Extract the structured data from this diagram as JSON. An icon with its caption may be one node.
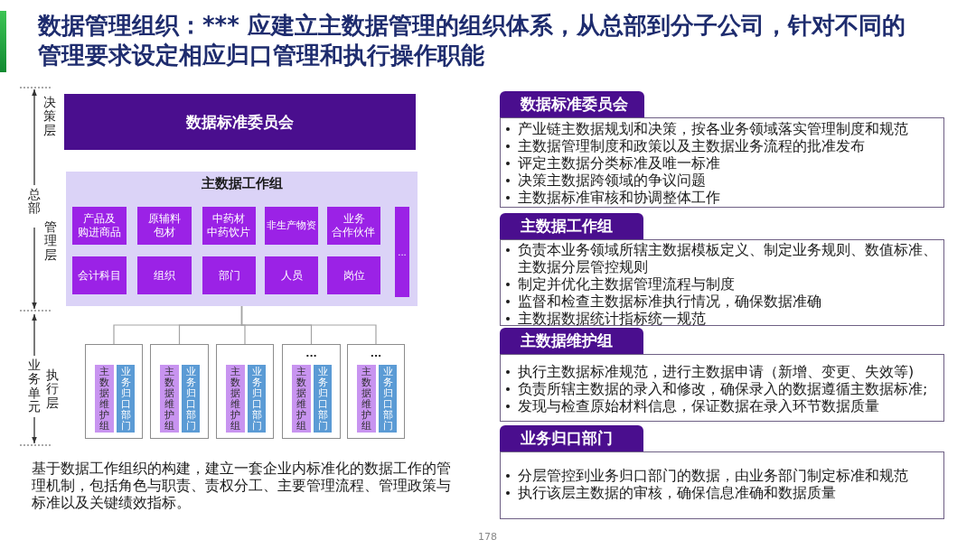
{
  "diagram": {
    "title": "数据管理组织：*** 应建立主数据管理的组织体系，从总部到分子公司，针对不同的管理要求设定相应归口管理和执行操作职能",
    "nodes": [
      {
        "text": [
          "数据标准委员会"
        ]
      },
      {
        "text": [
          "主数据工作组"
        ]
      },
      {
        "text": [
          "产品及购进商品"
        ],
        "in": 1
      },
      {
        "text": [
          "原辅料包材"
        ],
        "in": 1
      },
      {
        "text": [
          "中药材中药饮片"
        ],
        "in": 1
      },
      {
        "text": [
          "非生产物资"
        ],
        "in": 1
      },
      {
        "text": [
          "业务合作伙伴"
        ],
        "in": 1
      },
      {
        "text": [
          "会计科目"
        ],
        "in": 1
      },
      {
        "text": [
          "组织"
        ],
        "in": 1
      },
      {
        "text": [
          "部门"
        ],
        "in": 1
      },
      {
        "text": [
          "人员"
        ],
        "in": 1
      },
      {
        "text": [
          "岗位"
        ],
        "in": 1
      },
      {
        "text": [
          "..."
        ],
        "in": 1
      },
      {
        "text": [],
        "shape": "box"
      },
      {
        "text": [
          "主数据维护组"
        ],
        "in": 13
      },
      {
        "text": [
          "业务归口部门"
        ],
        "in": 13
      },
      {
        "text": [],
        "shape": "box"
      },
      {
        "text": [
          "主数据维护组"
        ],
        "in": 16
      },
      {
        "text": [
          "业务归口部门"
        ],
        "in": 16
      },
      {
        "text": [],
        "shape": "box"
      },
      {
        "text": [
          "主数据维护组"
        ],
        "in": 19
      },
      {
        "text": [
          "业务归口部门"
        ],
        "in": 19
      },
      {
        "text": [
          "..."
        ]
      },
      {
        "text": [
          "主数据维护组"
        ],
        "in": 22
      },
      {
        "text": [
          "业务归口部门"
        ],
        "in": 22
      },
      {
        "text": [
          "..."
        ]
      },
      {
        "text": [
          "主数据维护组"
        ],
        "in": 25
      },
      {
        "text": [
          "业务归口部门"
        ],
        "in": 25
      },
      {
        "text": [
          "数据标准委员会"
        ]
      },
      {
        "text": [
          "产业链主数据规划和决策，按各业务领域落实管理制度和规范",
          "主数据管理制度和政策以及主数据业务流程的批准发布",
          "评定主数据分类标准及唯一标准",
          "决策主数据跨领域的争议问题",
          "主数据标准审核和协调整体工作"
        ]
      },
      {
        "text": [
          "主数据工作组"
        ]
      },
      {
        "text": [
          "负责本业务领域所辖主数据模板定义、制定业务规则、数值标准、主数据分层管控规则",
          "制定并优化主数据管理流程与制度",
          "监督和检查主数据标准执行情况，确保数据准确",
          "主数据数据统计指标统一规范"
        ]
      },
      {
        "text": [
          "主数据维护组"
        ]
      },
      {
        "text": [
          "执行主数据标准规范，进行主数据申请（新增、变更、失效等)",
          "负责所辖主数据的录入和修改，确保录入的数据遵循主数据标准;",
          "发现与检查原始材料信息，保证数据在录入环节数据质量"
        ]
      },
      {
        "text": [
          "业务归口部门"
        ]
      },
      {
        "text": [
          "分层管控到业务归口部门的数据，由业务部门制定标准和规范",
          "执行该层主数据的审核，确保信息准确和数据质量"
        ]
      }
    ],
    "edges": [
      {
        "from": 1,
        "to": 13,
        "arrow": "none"
      },
      {
        "from": 1,
        "to": 16,
        "arrow": "none"
      },
      {
        "from": 1,
        "to": 19,
        "arrow": "none"
      },
      {
        "from": 1,
        "to": 22,
        "arrow": "none"
      },
      {
        "from": 1,
        "to": 25,
        "arrow": "none"
      }
    ],
    "labels": [
      "决策层",
      "总部",
      "管理层",
      "业务单元",
      "执行层",
      "基于数据工作组织的构建，建立一套企业内标准化的数据工作的管理机制，包括角色与职责、责权分工、主要管理流程、管理政策与标准以及关键绩效指标。",
      "178"
    ]
  }
}
